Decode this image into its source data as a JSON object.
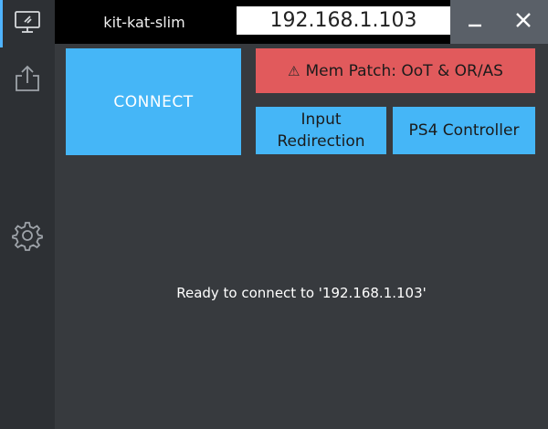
{
  "sidebar": {
    "items": [
      {
        "icon": "monitor-icon",
        "active": true
      },
      {
        "icon": "upload-icon",
        "active": false
      },
      {
        "icon": "gear-icon",
        "active": false
      }
    ]
  },
  "titlebar": {
    "device_name": "kit-kat-slim",
    "ip_value": "192.168.1.103",
    "minimize_icon": "minimize-icon",
    "close_icon": "close-icon"
  },
  "buttons": {
    "connect": "CONNECT",
    "mem_patch_icon": "⚠",
    "mem_patch": "Mem Patch: OoT & OR/AS",
    "input_redirection_line1": "Input",
    "input_redirection_line2": "Redirection",
    "ps4_controller": "PS4 Controller"
  },
  "status": {
    "message": "Ready to connect to '192.168.1.103'"
  },
  "colors": {
    "accent": "#45b6f7",
    "warning": "#e15a5c",
    "background": "#373a3e",
    "sidebar": "#2d3034"
  }
}
